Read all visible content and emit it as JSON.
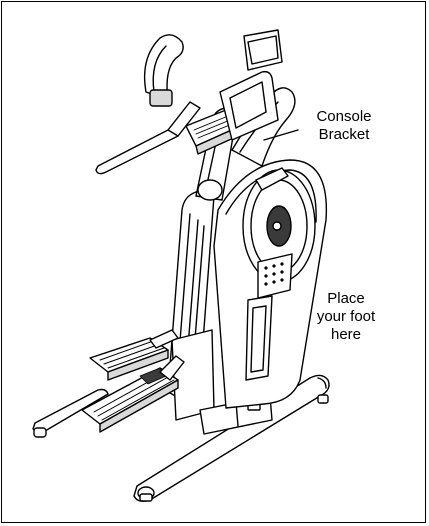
{
  "callouts": {
    "console_bracket": [
      "Console",
      "Bracket"
    ],
    "place_foot": [
      "Place",
      "your foot",
      "here"
    ]
  },
  "colors": {
    "line": "#000000",
    "fill": "#ffffff",
    "shade": "#d9d9d9",
    "dark": "#3a3a3a"
  }
}
